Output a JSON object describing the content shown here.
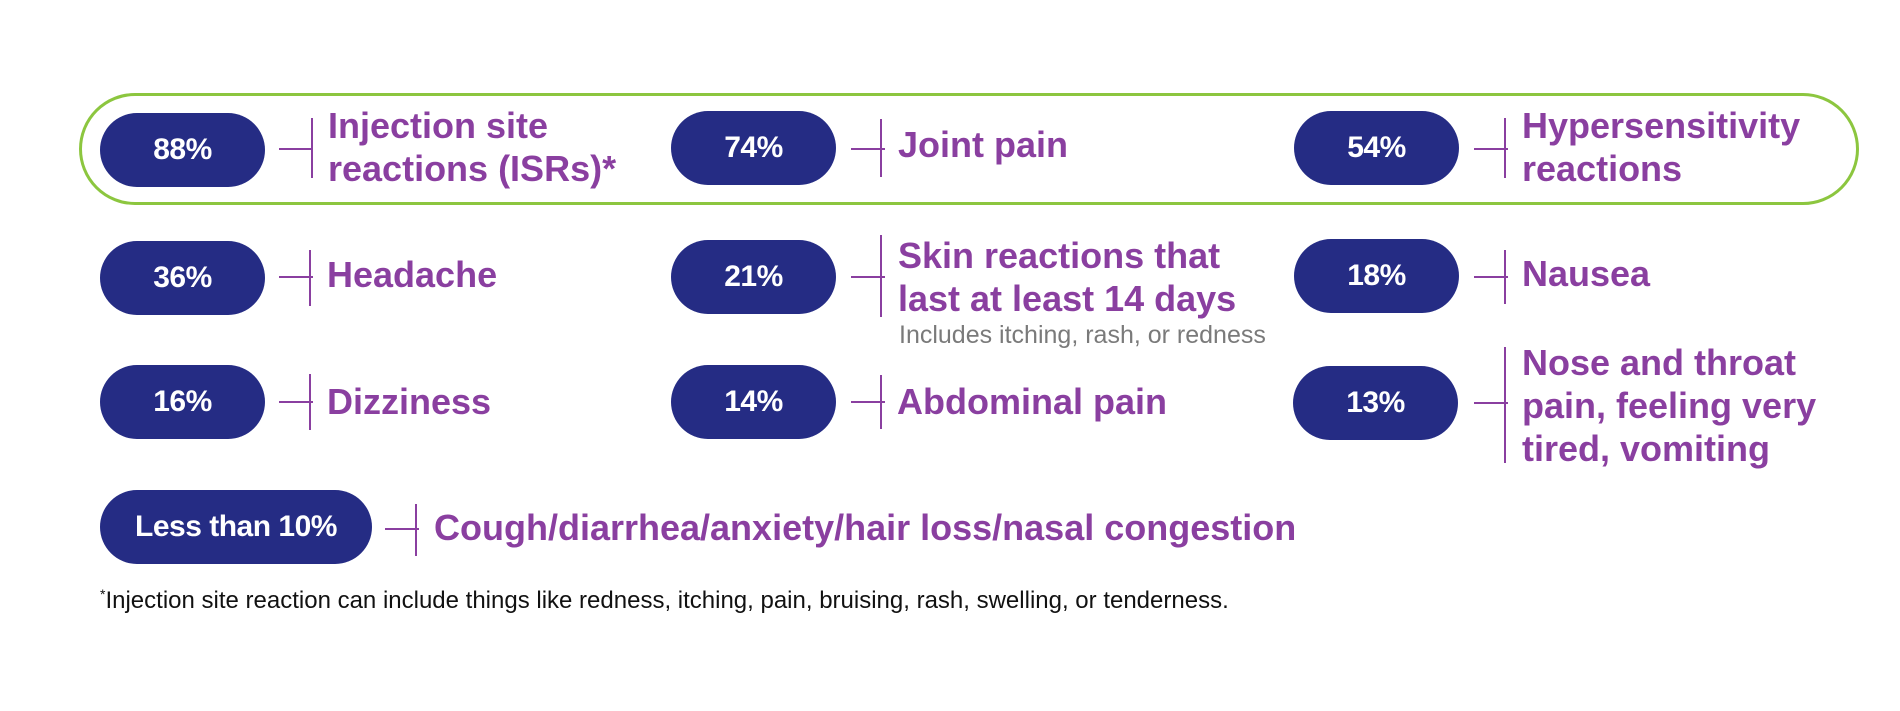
{
  "colors": {
    "pill_background": "#252c84",
    "label_text": "#8a3fa0",
    "highlight_border": "#8cc63f",
    "sublabel_text": "#7a7a7a"
  },
  "items": [
    {
      "percent": "88%",
      "label_lines": [
        "Injection site",
        "reactions (ISRs)*"
      ],
      "highlighted": true
    },
    {
      "percent": "74%",
      "label_lines": [
        "Joint pain"
      ],
      "highlighted": true
    },
    {
      "percent": "54%",
      "label_lines": [
        "Hypersensitivity",
        "reactions"
      ],
      "highlighted": true
    },
    {
      "percent": "36%",
      "label_lines": [
        "Headache"
      ]
    },
    {
      "percent": "21%",
      "label_lines": [
        "Skin reactions that",
        "last at least 14 days"
      ],
      "note": "Includes itching, rash, or redness"
    },
    {
      "percent": "18%",
      "label_lines": [
        "Nausea"
      ]
    },
    {
      "percent": "16%",
      "label_lines": [
        "Dizziness"
      ]
    },
    {
      "percent": "14%",
      "label_lines": [
        "Abdominal pain"
      ]
    },
    {
      "percent": "13%",
      "label_lines": [
        "Nose and throat",
        "pain, feeling very",
        "tired, vomiting"
      ]
    },
    {
      "percent": "Less than 10%",
      "label_lines": [
        "Cough/diarrhea/anxiety/hair loss/nasal congestion"
      ]
    }
  ],
  "footnote": {
    "marker": "*",
    "text": "Injection site reaction can include things like redness, itching, pain, bruising, rash, swelling, or tenderness."
  }
}
